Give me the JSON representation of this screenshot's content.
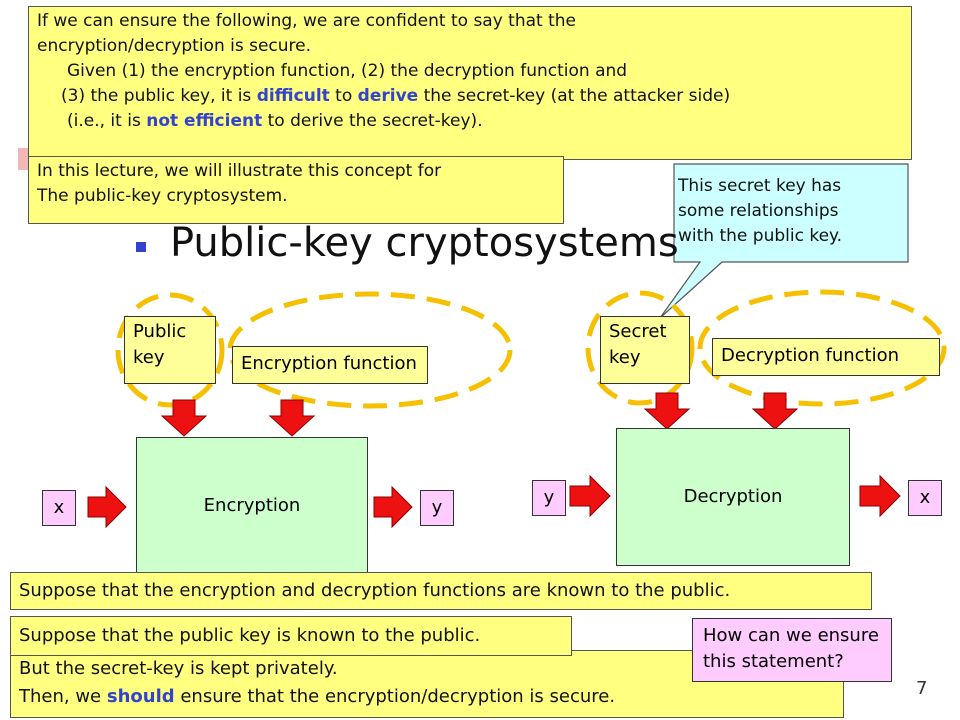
{
  "top_note": {
    "line1": "If we can ensure the following, we are confident to say that the",
    "line2": "encryption/decryption is secure.",
    "line3": "Given (1) the encryption function, (2) the decryption function and",
    "line4a": "(3) the public key, it is ",
    "line4_difficult": "difficult",
    "line4b": " to ",
    "line4_derive": "derive",
    "line4c": " the secret-key (at the attacker side)",
    "line5a": "(i.e., it is ",
    "line5_not_efficient": "not efficient",
    "line5b": " to derive the secret-key)."
  },
  "lecture_note": {
    "line1": "In this lecture, we will illustrate this concept for",
    "line2": "The public-key cryptosystem."
  },
  "bubble": {
    "line1": "This secret key has",
    "line2": "some relationships",
    "line3": "with the public key."
  },
  "heading": "Public-key cryptosystems",
  "encryption_side": {
    "key_line1": "Public",
    "key_line2": "key",
    "function_label": "Encryption function",
    "process_label": "Encryption",
    "input": "x",
    "output": "y"
  },
  "decryption_side": {
    "key_line1": "Secret",
    "key_line2": "key",
    "function_label": "Decryption function",
    "process_label": "Decryption",
    "input": "y",
    "output": "x"
  },
  "suppose_functions": "Suppose that the encryption and decryption functions are known to the public.",
  "suppose_public_key": "Suppose that the public key is known to the public.",
  "secret_note": {
    "line1": "But the secret-key is kept privately.",
    "line2a": "Then, we ",
    "line2_should": "should",
    "line2b": " ensure that the encryption/decryption is secure."
  },
  "question_note": {
    "line1": "How can we ensure",
    "line2": "this statement?"
  },
  "slide_number": "7",
  "colors": {
    "note_yellow": "#ffff80",
    "process_green": "#ccffcc",
    "io_pink": "#ffccff",
    "bubble_cyan": "#ccffff",
    "arrow_red": "#ee1111",
    "ellipse_gold": "#f5c000",
    "highlight_blue": "#3344cc"
  }
}
